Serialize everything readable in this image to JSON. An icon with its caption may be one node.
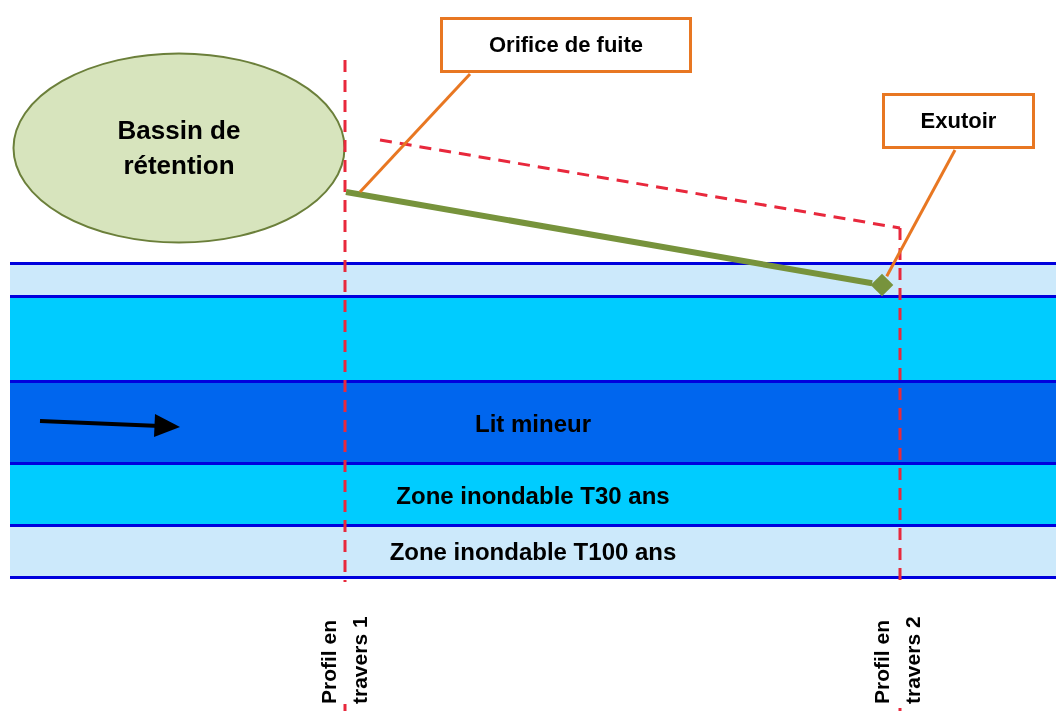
{
  "diagram": {
    "nodes": [
      {
        "text": [
          "Bassin de rétention"
        ]
      },
      {
        "text": [
          "Orifice de fuite"
        ]
      },
      {
        "text": [
          "Exutoir"
        ]
      },
      {
        "text": [],
        "shape": "bar"
      },
      {
        "text": [],
        "shape": "bar"
      },
      {
        "text": [
          "Lit mineur"
        ]
      },
      {
        "text": [
          "Zone inondable T30 ans"
        ]
      },
      {
        "text": [
          "Zone inondable T100 ans"
        ]
      },
      {
        "text": [],
        "shape": "diamond",
        "in": 3
      }
    ],
    "edges": [
      {
        "from": 0,
        "to": 8,
        "arrow": "none",
        "style": "thick",
        "color": "#77933c"
      },
      {
        "from": 1,
        "to": null,
        "arrow": "none"
      },
      {
        "from": 2,
        "to": 8,
        "arrow": "none"
      }
    ],
    "labels": [
      "Profil en travers 1",
      "Profil en travers 2"
    ]
  }
}
